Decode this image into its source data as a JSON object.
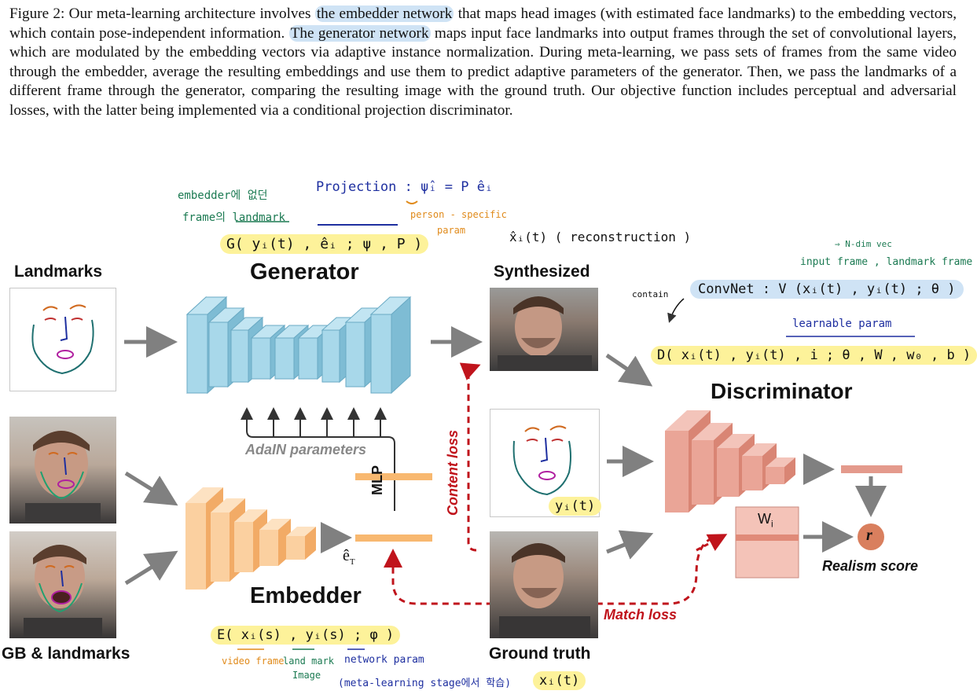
{
  "caption": {
    "part1": "Figure 2: Our meta-learning architecture involves ",
    "hl1": "the embedder network",
    "part2": " that maps head images (with estimated face landmarks) to the embedding vectors, which contain pose-independent information. ",
    "hl2": "The generator network",
    "part3": " maps input face landmarks into output frames through the set of convolutional layers, which are modulated by the embedding vectors via adaptive instance normalization. During meta-learning, we pass sets of frames from the same video through the embedder, average the resulting embeddings and use them to predict adaptive parameters of the generator. Then, we pass the landmarks of a different frame through the generator, comparing the resulting image with the ground truth. Our objective function includes perceptual and adversarial losses, with the latter being implemented via a conditional projection discriminator."
  },
  "labels": {
    "landmarks": "Landmarks",
    "generator": "Generator",
    "synthesized": "Synthesized",
    "discriminator": "Discriminator",
    "adain": "AdaIN parameters",
    "mlp": "MLP",
    "embedder": "Embedder",
    "rgb_landmarks": "GB & landmarks",
    "ground_truth": "Ground truth",
    "content_loss": "Content loss",
    "match_loss": "Match loss",
    "realism_score": "Realism score",
    "wi": "W",
    "wi_sub": "i",
    "r": "r",
    "e_hat": "ê",
    "e_hat_sub": "T"
  },
  "annotations": {
    "embedder_note_1": "embedder에 없던",
    "embedder_note_2": "frame의 landmark",
    "projection": "Projection  :  ψ̂ᵢ = P êᵢ",
    "person_specific_1": "person - specific",
    "person_specific_2": "param",
    "gen_formula": "G( yᵢ(t) ,  êᵢ ;  ψ , P )",
    "reconstruction": "x̂ᵢ(t)  ( reconstruction )",
    "ndim": "⇒ N-dim vec",
    "input_frame": "input frame , landmark frame",
    "contain": "contain",
    "convnet": "ConvNet  :  V (xᵢ(t) , yᵢ(t) ; θ )",
    "learnable": "learnable param",
    "disc_formula": "D( xᵢ(t) ,  yᵢ(t) , i ; θ , W , w₀ , b )",
    "yt": "yᵢ(t)",
    "emb_formula": "E( xᵢ(s) ,  yᵢ(s) ; φ )",
    "video_frame": "video frame",
    "landmark_image_1": "land mark",
    "landmark_image_2": "Image",
    "network_param": "network  param",
    "meta_stage": "(meta-learning  stage에서 학습)",
    "xt": "xᵢ(t)"
  },
  "colors": {
    "generator": "#8fcbe0",
    "embedder": "#f8c07c",
    "discriminator": "#e49a8c",
    "arrow_gray": "#808080",
    "loss_red": "#c0141c",
    "highlight_yellow": "#fdf29a",
    "highlight_blue": "#cfe3f5"
  }
}
